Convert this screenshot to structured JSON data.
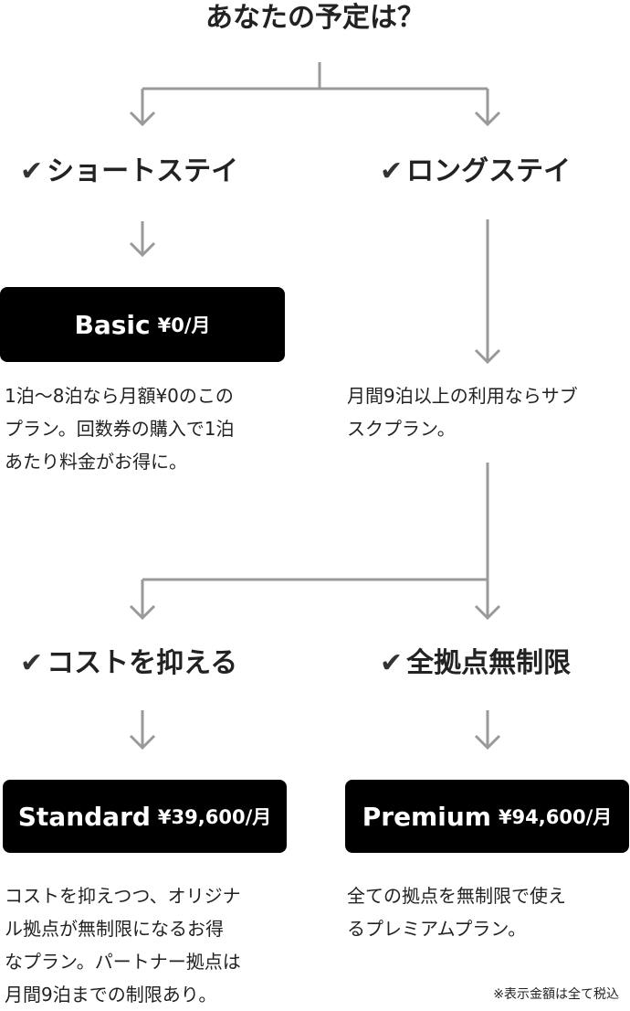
{
  "title": "あなたの予定は？",
  "check_symbol": "✔",
  "colors": {
    "connector": "#9a9a9a",
    "plan_bg": "#000000",
    "plan_text": "#ffffff"
  },
  "choices": {
    "short_stay": "ショートステイ",
    "long_stay": "ロングステイ",
    "cost": "コストを抑える",
    "unlimited": "全拠点無制限"
  },
  "plans": {
    "basic": {
      "name": "Basic",
      "price": "¥0/月"
    },
    "standard": {
      "name": "Standard",
      "price": "¥39,600/月"
    },
    "premium": {
      "name": "Premium",
      "price": "¥94,600/月"
    }
  },
  "descriptions": {
    "basic": [
      "1泊〜8泊なら月額¥0のこの",
      "プラン。回数券の購入で1泊",
      "あたり料金がお得に。"
    ],
    "long": [
      "月間9泊以上の利用ならサブ",
      "スクプラン。"
    ],
    "standard": [
      "コストを抑えつつ、オリジナ",
      "ル拠点が無制限になるお得",
      "なプラン。パートナー拠点は",
      "月間9泊までの制限あり。"
    ],
    "premium": [
      "全ての拠点を無制限で使え",
      "るプレミアムプラン。"
    ]
  },
  "footnote": "※表示金額は全て税込"
}
